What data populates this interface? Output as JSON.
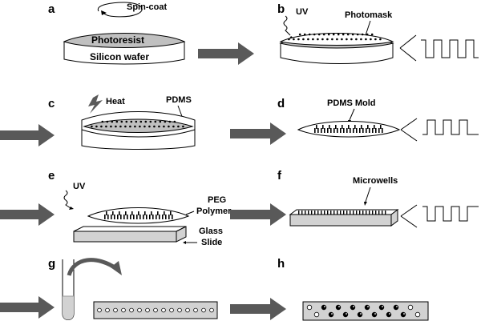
{
  "panels": [
    {
      "letter": "a",
      "labels": {
        "spin": "Spin-coat",
        "resist": "Photoresist",
        "wafer": "Silicon wafer"
      }
    },
    {
      "letter": "b",
      "labels": {
        "uv": "UV",
        "mask": "Photomask"
      }
    },
    {
      "letter": "c",
      "labels": {
        "heat": "Heat",
        "pdms": "PDMS"
      }
    },
    {
      "letter": "d",
      "labels": {
        "mold": "PDMS Mold"
      }
    },
    {
      "letter": "e",
      "labels": {
        "uv": "UV",
        "peg1": "PEG",
        "peg2": "Polymer",
        "glass1": "Glass",
        "glass2": "Slide"
      }
    },
    {
      "letter": "f",
      "labels": {
        "wells": "Microwells"
      }
    },
    {
      "letter": "g",
      "labels": {}
    },
    {
      "letter": "h",
      "labels": {}
    }
  ],
  "colors": {
    "arrow": "#595959",
    "resist": "#c0c0c0",
    "glass": "#d2d2d2",
    "line": "#000000",
    "white": "#ffffff"
  }
}
